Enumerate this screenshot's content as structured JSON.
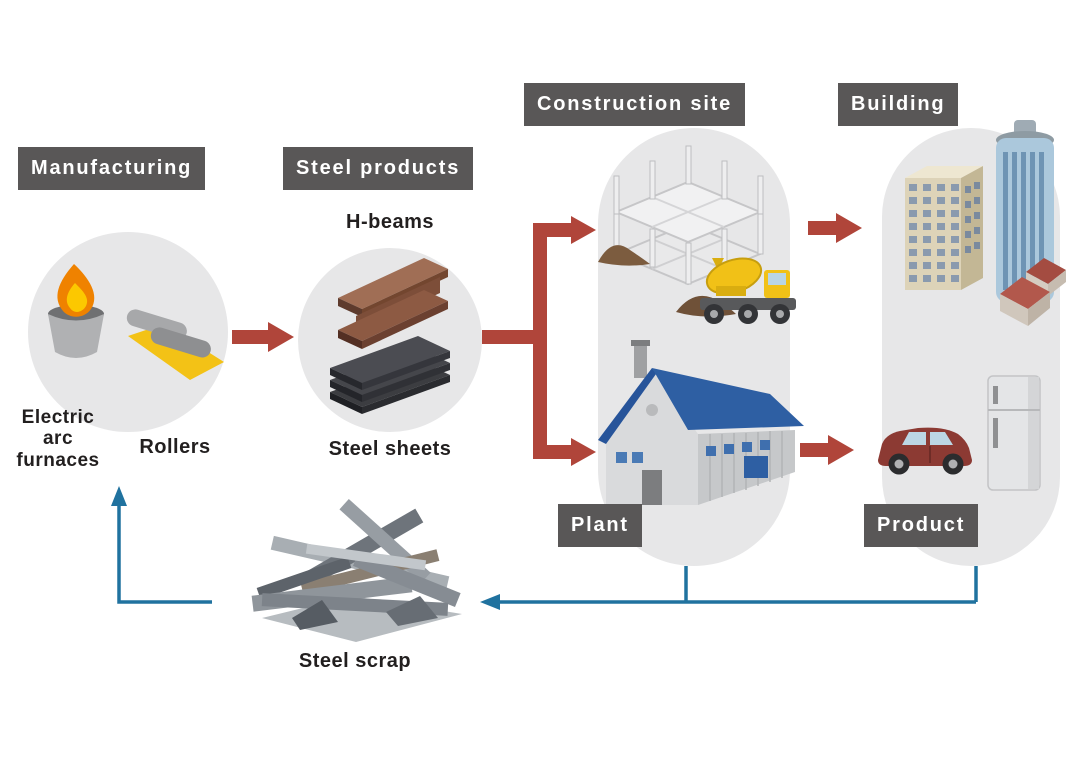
{
  "labels": {
    "manufacturing": "Manufacturing",
    "steel_products": "Steel products",
    "construction_site": "Construction site",
    "building": "Building",
    "plant": "Plant",
    "product": "Product"
  },
  "captions": {
    "electric_arc_furnaces": "Electric\narc\nfurnaces",
    "rollers": "Rollers",
    "h_beams": "H-beams",
    "steel_sheets": "Steel sheets",
    "steel_scrap": "Steel scrap"
  },
  "flow": {
    "production": [
      {
        "from": "Manufacturing",
        "to": "Steel products"
      },
      {
        "from": "Steel products",
        "to": "Construction site"
      },
      {
        "from": "Steel products",
        "to": "Plant"
      },
      {
        "from": "Construction site",
        "to": "Building"
      },
      {
        "from": "Plant",
        "to": "Product"
      }
    ],
    "recycling": [
      {
        "from": "Building",
        "to": "Steel scrap"
      },
      {
        "from": "Plant",
        "to": "Steel scrap"
      },
      {
        "from": "Steel scrap",
        "to": "Electric arc furnaces"
      }
    ]
  },
  "colors": {
    "label_bg": "#595757",
    "label_text": "#ffffff",
    "group_bg": "#e7e7e8",
    "arrow_red": "#b0453a",
    "recycle_blue": "#20729f",
    "text_dark": "#221f1f"
  }
}
